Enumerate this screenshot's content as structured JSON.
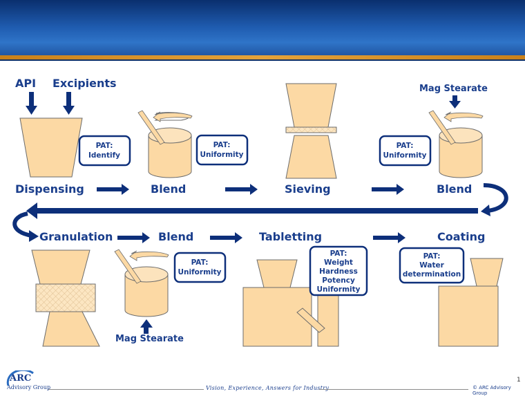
{
  "inputs": {
    "api": "API",
    "excipients": "Excipients"
  },
  "row1": {
    "dispensing": "Dispensing",
    "blend1": "Blend",
    "sieving": "Sieving",
    "blend2": "Blend",
    "mag_stearate_top": "Mag Stearate"
  },
  "row2": {
    "granulation": "Granulation",
    "blend3": "Blend",
    "tabletting": "Tabletting",
    "coating": "Coating",
    "mag_stearate_bottom": "Mag Stearate"
  },
  "pat": {
    "identify": [
      "PAT:",
      "Identify"
    ],
    "uniformity1": [
      "PAT:",
      "Uniformity"
    ],
    "uniformity2": [
      "PAT:",
      "Uniformity"
    ],
    "uniformity3": [
      "PAT:",
      "Uniformity"
    ],
    "tabletting": [
      "PAT:",
      "Weight",
      "Hardness",
      "Potency",
      "Uniformity"
    ],
    "coating": [
      "PAT:",
      "Water",
      "determination"
    ]
  },
  "footer": {
    "logo_text": "ARC",
    "logo_subtext": "Advisory Group",
    "tagline": "Vision, Experience, Answers for Industry",
    "copyright": "© ARC Advisory Group",
    "page_number": "1"
  },
  "colors": {
    "equipment_fill": "#fcd9a4",
    "equipment_stroke": "#6b6b6b",
    "label": "#1a3e8c",
    "arrow": "#0d2f7a",
    "pat_border": "#0d2f7a"
  }
}
